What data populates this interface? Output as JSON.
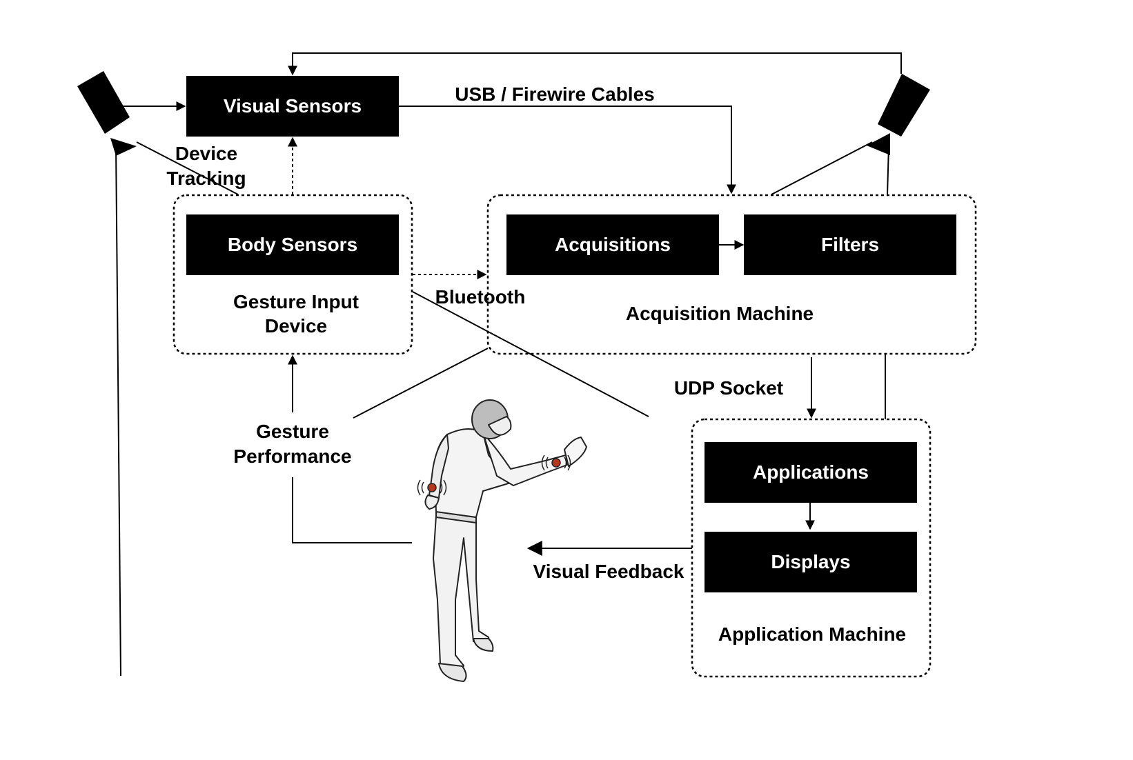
{
  "nodes": {
    "visual_sensors": "Visual Sensors",
    "body_sensors": "Body Sensors",
    "acquisitions": "Acquisitions",
    "filters": "Filters",
    "applications": "Applications",
    "displays": "Displays"
  },
  "groups": {
    "gesture_input_device_line1": "Gesture Input",
    "gesture_input_device_line2": "Device",
    "acquisition_machine": "Acquisition Machine",
    "application_machine": "Application Machine"
  },
  "edges": {
    "usb_firewire": "USB / Firewire Cables",
    "device_tracking_line1": "Device",
    "device_tracking_line2": "Tracking",
    "bluetooth": "Bluetooth",
    "udp_socket": "UDP Socket",
    "gesture_performance_line1": "Gesture",
    "gesture_performance_line2": "Performance",
    "visual_feedback": "Visual Feedback"
  },
  "icons": {
    "left_camera": "camera-icon",
    "right_camera": "camera-icon",
    "person": "person-figure-icon",
    "sensor": "sensor-icon"
  },
  "colors": {
    "block_fill": "#000000",
    "block_text": "#ffffff",
    "sensor_dot": "#b5371e"
  }
}
